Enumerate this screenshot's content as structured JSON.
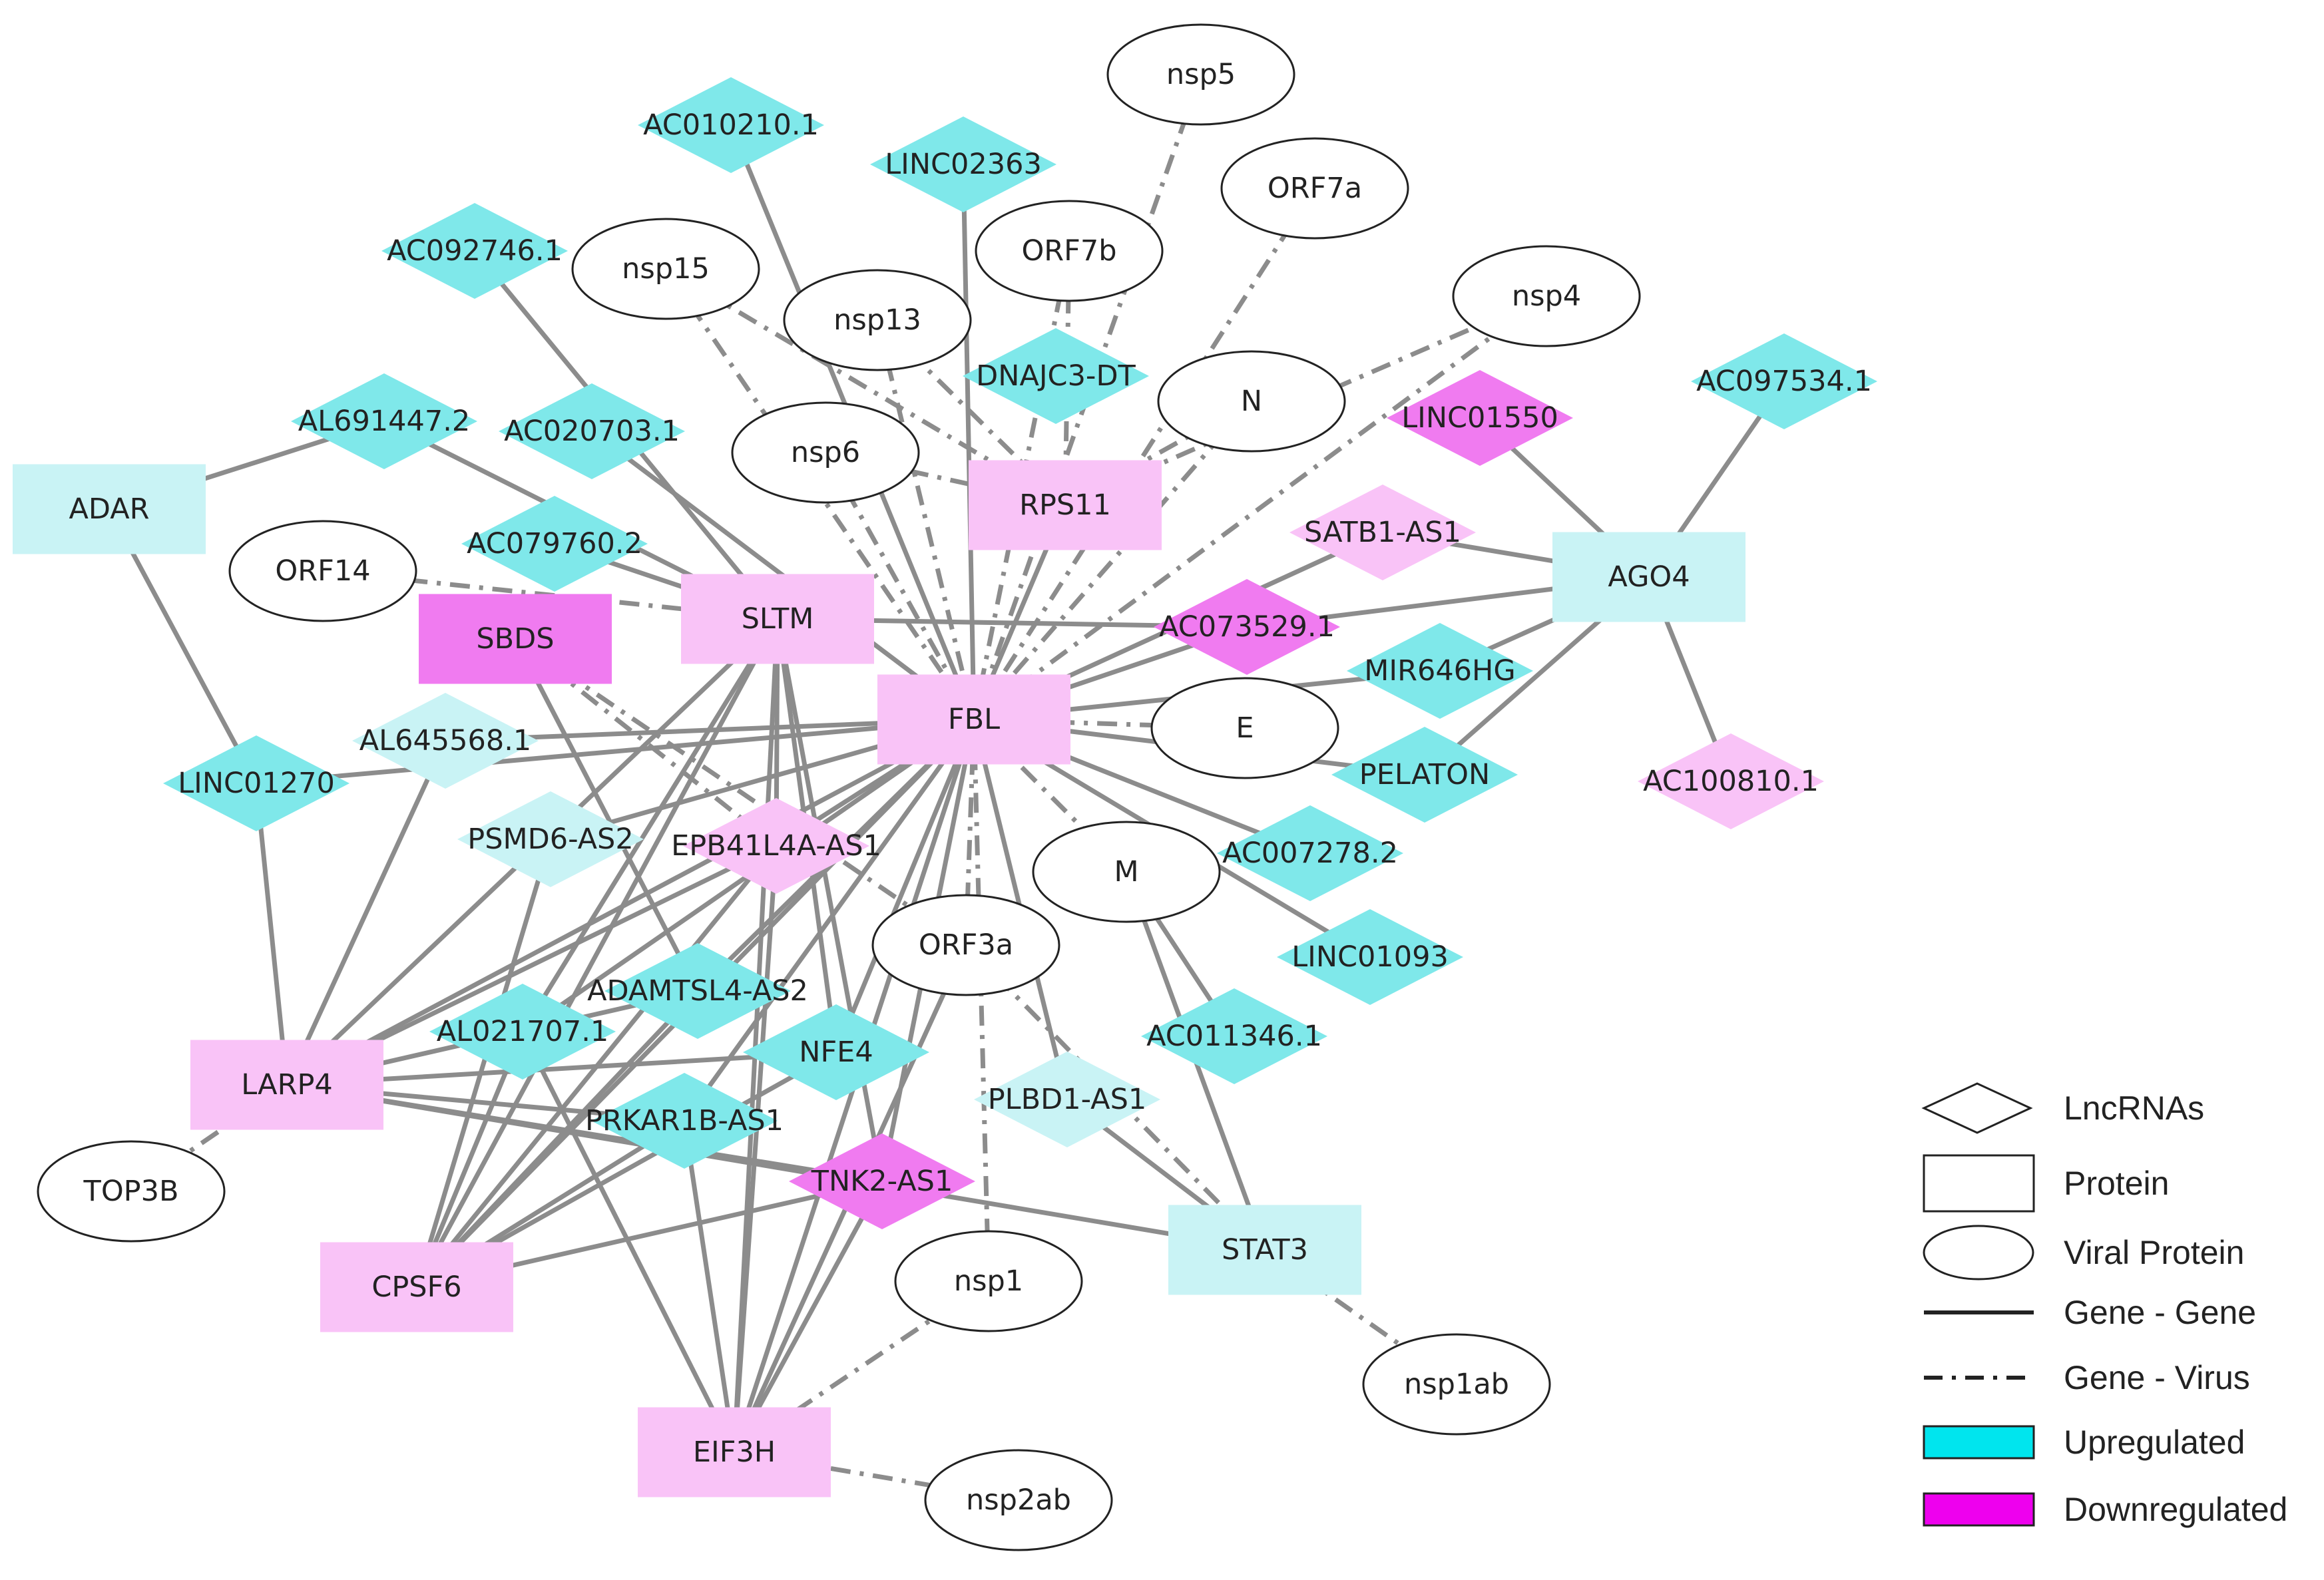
{
  "colors": {
    "edge": "#8c8c8c",
    "up": "#7fe8ea",
    "up_light": "#c9f3f5",
    "down": "#f07bf0",
    "down_light": "#f9c3f7",
    "viral_fill": "#ffffff",
    "outline": "#222222",
    "legend_up": "#00e5ee",
    "legend_down": "#ee00ee"
  },
  "nodes": [
    {
      "id": "FBL",
      "label": "FBL",
      "shape": "rect",
      "color": "down_light"
    },
    {
      "id": "SLTM",
      "label": "SLTM",
      "shape": "rect",
      "color": "down_light"
    },
    {
      "id": "RPS11",
      "label": "RPS11",
      "shape": "rect",
      "color": "down_light"
    },
    {
      "id": "SBDS",
      "label": "SBDS",
      "shape": "rect",
      "color": "down"
    },
    {
      "id": "ADAR",
      "label": "ADAR",
      "shape": "rect",
      "color": "up_light"
    },
    {
      "id": "AGO4",
      "label": "AGO4",
      "shape": "rect",
      "color": "up_light"
    },
    {
      "id": "LARP4",
      "label": "LARP4",
      "shape": "rect",
      "color": "down_light"
    },
    {
      "id": "CPSF6",
      "label": "CPSF6",
      "shape": "rect",
      "color": "down_light"
    },
    {
      "id": "EIF3H",
      "label": "EIF3H",
      "shape": "rect",
      "color": "down_light"
    },
    {
      "id": "STAT3",
      "label": "STAT3",
      "shape": "rect",
      "color": "up_light"
    },
    {
      "id": "nsp5",
      "label": "nsp5",
      "shape": "ellipse"
    },
    {
      "id": "ORF7a",
      "label": "ORF7a",
      "shape": "ellipse"
    },
    {
      "id": "ORF7b",
      "label": "ORF7b",
      "shape": "ellipse"
    },
    {
      "id": "nsp15",
      "label": "nsp15",
      "shape": "ellipse"
    },
    {
      "id": "nsp13",
      "label": "nsp13",
      "shape": "ellipse"
    },
    {
      "id": "nsp4",
      "label": "nsp4",
      "shape": "ellipse"
    },
    {
      "id": "N",
      "label": "N",
      "shape": "ellipse"
    },
    {
      "id": "nsp6",
      "label": "nsp6",
      "shape": "ellipse"
    },
    {
      "id": "ORF14",
      "label": "ORF14",
      "shape": "ellipse"
    },
    {
      "id": "E",
      "label": "E",
      "shape": "ellipse"
    },
    {
      "id": "M",
      "label": "M",
      "shape": "ellipse"
    },
    {
      "id": "ORF3a",
      "label": "ORF3a",
      "shape": "ellipse"
    },
    {
      "id": "TOP3B",
      "label": "TOP3B",
      "shape": "ellipse"
    },
    {
      "id": "nsp1",
      "label": "nsp1",
      "shape": "ellipse"
    },
    {
      "id": "nsp1ab",
      "label": "nsp1ab",
      "shape": "ellipse"
    },
    {
      "id": "nsp2ab",
      "label": "nsp2ab",
      "shape": "ellipse"
    },
    {
      "id": "AC010210.1",
      "label": "AC010210.1",
      "shape": "diamond",
      "color": "up"
    },
    {
      "id": "LINC02363",
      "label": "LINC02363",
      "shape": "diamond",
      "color": "up"
    },
    {
      "id": "AC092746.1",
      "label": "AC092746.1",
      "shape": "diamond",
      "color": "up"
    },
    {
      "id": "DNAJC3-DT",
      "label": "DNAJC3-DT",
      "shape": "diamond",
      "color": "up"
    },
    {
      "id": "AL691447.2",
      "label": "AL691447.2",
      "shape": "diamond",
      "color": "up"
    },
    {
      "id": "AC020703.1",
      "label": "AC020703.1",
      "shape": "diamond",
      "color": "up"
    },
    {
      "id": "AC097534.1",
      "label": "AC097534.1",
      "shape": "diamond",
      "color": "up"
    },
    {
      "id": "LINC01550",
      "label": "LINC01550",
      "shape": "diamond",
      "color": "down"
    },
    {
      "id": "SATB1-AS1",
      "label": "SATB1-AS1",
      "shape": "diamond",
      "color": "down_light"
    },
    {
      "id": "AC079760.2",
      "label": "AC079760.2",
      "shape": "diamond",
      "color": "up"
    },
    {
      "id": "AC073529.1",
      "label": "AC073529.1",
      "shape": "diamond",
      "color": "down"
    },
    {
      "id": "MIR646HG",
      "label": "MIR646HG",
      "shape": "diamond",
      "color": "up"
    },
    {
      "id": "AL645568.1",
      "label": "AL645568.1",
      "shape": "diamond",
      "color": "up_light"
    },
    {
      "id": "LINC01270",
      "label": "LINC01270",
      "shape": "diamond",
      "color": "up"
    },
    {
      "id": "PELATON",
      "label": "PELATON",
      "shape": "diamond",
      "color": "up"
    },
    {
      "id": "AC100810.1",
      "label": "AC100810.1",
      "shape": "diamond",
      "color": "down_light"
    },
    {
      "id": "PSMD6-AS2",
      "label": "PSMD6-AS2",
      "shape": "diamond",
      "color": "up_light"
    },
    {
      "id": "EPB41L4A-AS1",
      "label": "EPB41L4A-AS1",
      "shape": "diamond",
      "color": "down_light"
    },
    {
      "id": "AC007278.2",
      "label": "AC007278.2",
      "shape": "diamond",
      "color": "up"
    },
    {
      "id": "LINC01093",
      "label": "LINC01093",
      "shape": "diamond",
      "color": "up"
    },
    {
      "id": "ADAMTSL4-AS2",
      "label": "ADAMTSL4-AS2",
      "shape": "diamond",
      "color": "up"
    },
    {
      "id": "AL021707.1",
      "label": "AL021707.1",
      "shape": "diamond",
      "color": "up"
    },
    {
      "id": "NFE4",
      "label": "NFE4",
      "shape": "diamond",
      "color": "up"
    },
    {
      "id": "AC011346.1",
      "label": "AC011346.1",
      "shape": "diamond",
      "color": "up"
    },
    {
      "id": "PLBD1-AS1",
      "label": "PLBD1-AS1",
      "shape": "diamond",
      "color": "up_light"
    },
    {
      "id": "PRKAR1B-AS1",
      "label": "PRKAR1B-AS1",
      "shape": "diamond",
      "color": "up"
    },
    {
      "id": "TNK2-AS1",
      "label": "TNK2-AS1",
      "shape": "diamond",
      "color": "down"
    }
  ],
  "edges_gene": [
    [
      "ADAR",
      "AL691447.2"
    ],
    [
      "ADAR",
      "LINC01270"
    ],
    [
      "AL691447.2",
      "SLTM"
    ],
    [
      "AC092746.1",
      "SLTM"
    ],
    [
      "AC020703.1",
      "FBL"
    ],
    [
      "AC079760.2",
      "SLTM"
    ],
    [
      "AC010210.1",
      "FBL"
    ],
    [
      "LINC02363",
      "FBL"
    ],
    [
      "SLTM",
      "AC073529.1"
    ],
    [
      "SLTM",
      "EPB41L4A-AS1"
    ],
    [
      "SLTM",
      "LARP4"
    ],
    [
      "SLTM",
      "CPSF6"
    ],
    [
      "SLTM",
      "EIF3H"
    ],
    [
      "SLTM",
      "TNK2-AS1"
    ],
    [
      "SLTM",
      "NFE4"
    ],
    [
      "SLTM",
      "AL021707.1"
    ],
    [
      "SBDS",
      "ADAMTSL4-AS2"
    ],
    [
      "FBL",
      "RPS11"
    ],
    [
      "FBL",
      "SATB1-AS1"
    ],
    [
      "FBL",
      "AC073529.1"
    ],
    [
      "FBL",
      "MIR646HG"
    ],
    [
      "FBL",
      "PELATON"
    ],
    [
      "FBL",
      "AC007278.2"
    ],
    [
      "FBL",
      "LINC01093"
    ],
    [
      "FBL",
      "PLBD1-AS1"
    ],
    [
      "FBL",
      "LINC01270"
    ],
    [
      "FBL",
      "AL645568.1"
    ],
    [
      "FBL",
      "LARP4"
    ],
    [
      "FBL",
      "CPSF6"
    ],
    [
      "FBL",
      "EIF3H"
    ],
    [
      "FBL",
      "TNK2-AS1"
    ],
    [
      "FBL",
      "ADAMTSL4-AS2"
    ],
    [
      "FBL",
      "AL021707.1"
    ],
    [
      "FBL",
      "PRKAR1B-AS1"
    ],
    [
      "FBL",
      "PSMD6-AS2"
    ],
    [
      "FBL",
      "EPB41L4A-AS1"
    ],
    [
      "FBL",
      "NFE4"
    ],
    [
      "AGO4",
      "LINC01550"
    ],
    [
      "AGO4",
      "AC097534.1"
    ],
    [
      "AGO4",
      "AC100810.1"
    ],
    [
      "AGO4",
      "SATB1-AS1"
    ],
    [
      "AGO4",
      "AC073529.1"
    ],
    [
      "AGO4",
      "MIR646HG"
    ],
    [
      "AGO4",
      "PELATON"
    ],
    [
      "LINC01270",
      "LARP4"
    ],
    [
      "AL645568.1",
      "LARP4"
    ],
    [
      "PSMD6-AS2",
      "CPSF6"
    ],
    [
      "EPB41L4A-AS1",
      "LARP4"
    ],
    [
      "EPB41L4A-AS1",
      "CPSF6"
    ],
    [
      "EPB41L4A-AS1",
      "EIF3H"
    ],
    [
      "ADAMTSL4-AS2",
      "CPSF6"
    ],
    [
      "ADAMTSL4-AS2",
      "LARP4"
    ],
    [
      "AL021707.1",
      "CPSF6"
    ],
    [
      "AL021707.1",
      "EIF3H"
    ],
    [
      "NFE4",
      "LARP4"
    ],
    [
      "NFE4",
      "CPSF6"
    ],
    [
      "LARP4",
      "TNK2-AS1"
    ],
    [
      "LARP4",
      "PRKAR1B-AS1"
    ],
    [
      "LARP4",
      "STAT3"
    ],
    [
      "PRKAR1B-AS1",
      "CPSF6"
    ],
    [
      "PRKAR1B-AS1",
      "EIF3H"
    ],
    [
      "TNK2-AS1",
      "CPSF6"
    ],
    [
      "TNK2-AS1",
      "EIF3H"
    ],
    [
      "ORF3a",
      "EIF3H"
    ],
    [
      "M",
      "AC011346.1"
    ],
    [
      "M",
      "STAT3"
    ],
    [
      "PLBD1-AS1",
      "STAT3"
    ]
  ],
  "edges_virus": [
    [
      "nsp5",
      "FBL"
    ],
    [
      "ORF7a",
      "FBL"
    ],
    [
      "ORF7b",
      "FBL"
    ],
    [
      "ORF7b",
      "RPS11"
    ],
    [
      "nsp15",
      "RPS11"
    ],
    [
      "nsp13",
      "FBL"
    ],
    [
      "nsp13",
      "RPS11"
    ],
    [
      "nsp4",
      "FBL"
    ],
    [
      "nsp4",
      "RPS11"
    ],
    [
      "N",
      "FBL"
    ],
    [
      "N",
      "RPS11"
    ],
    [
      "nsp6",
      "FBL"
    ],
    [
      "nsp6",
      "RPS11"
    ],
    [
      "ORF14",
      "SLTM"
    ],
    [
      "E",
      "FBL"
    ],
    [
      "M",
      "FBL"
    ],
    [
      "ORF3a",
      "FBL"
    ],
    [
      "ORF3a",
      "SBDS"
    ],
    [
      "ORF3a",
      "STAT3"
    ],
    [
      "TOP3B",
      "LARP4"
    ],
    [
      "nsp1",
      "FBL"
    ],
    [
      "nsp1",
      "EIF3H"
    ],
    [
      "nsp1ab",
      "STAT3"
    ],
    [
      "nsp2ab",
      "EIF3H"
    ],
    [
      "SBDS",
      "EPB41L4A-AS1"
    ],
    [
      "nsp15",
      "FBL"
    ]
  ],
  "legend": [
    {
      "shape": "diamond",
      "label": "LncRNAs"
    },
    {
      "shape": "rect",
      "label": "Protein"
    },
    {
      "shape": "ellipse",
      "label": "Viral Protein"
    },
    {
      "shape": "solid",
      "label": "Gene - Gene"
    },
    {
      "shape": "dashdot",
      "label": "Gene - Virus"
    },
    {
      "shape": "swatch_up",
      "label": "Upregulated"
    },
    {
      "shape": "swatch_down",
      "label": "Downregulated"
    }
  ]
}
